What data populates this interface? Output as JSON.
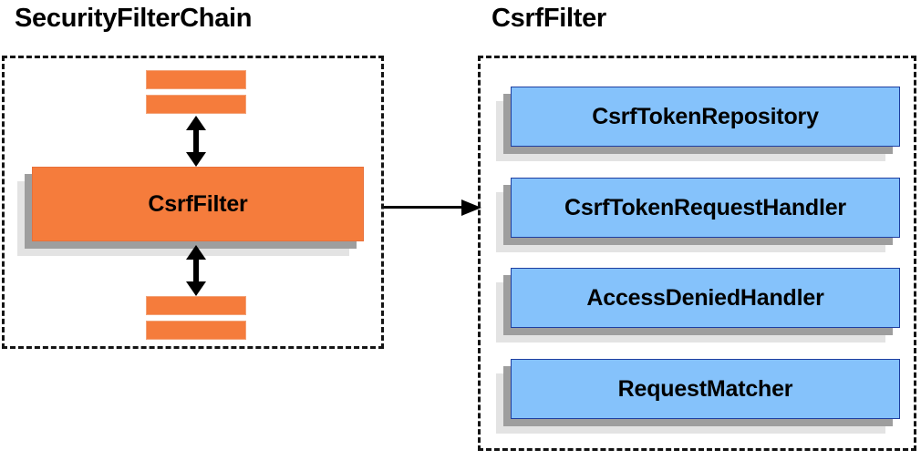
{
  "diagram": {
    "type": "component-relationship-diagram",
    "colors": {
      "orange_fill": "#f57c3c",
      "blue_fill": "#85c2fb",
      "blue_border": "#1f3fa0",
      "shadow_mid": "#9e9e9e",
      "shadow_back": "#e3e3e3",
      "outline": "#141414",
      "text": "#000000",
      "background": "#ffffff"
    }
  },
  "left_panel": {
    "title": "SecurityFilterChain",
    "filters_above": [
      "",
      ""
    ],
    "highlighted_filter": "CsrfFilter",
    "filters_below": [
      "",
      ""
    ],
    "arrow_above": "double-headed-vertical-arrow",
    "arrow_below": "double-headed-vertical-arrow"
  },
  "connector": {
    "label": "",
    "direction": "left-to-right",
    "from": "CsrfFilter",
    "to": "CsrfFilter collaborators"
  },
  "right_panel": {
    "title": "CsrfFilter",
    "collaborators": [
      {
        "label": "CsrfTokenRepository"
      },
      {
        "label": "CsrfTokenRequestHandler"
      },
      {
        "label": "AccessDeniedHandler"
      },
      {
        "label": "RequestMatcher"
      }
    ]
  }
}
